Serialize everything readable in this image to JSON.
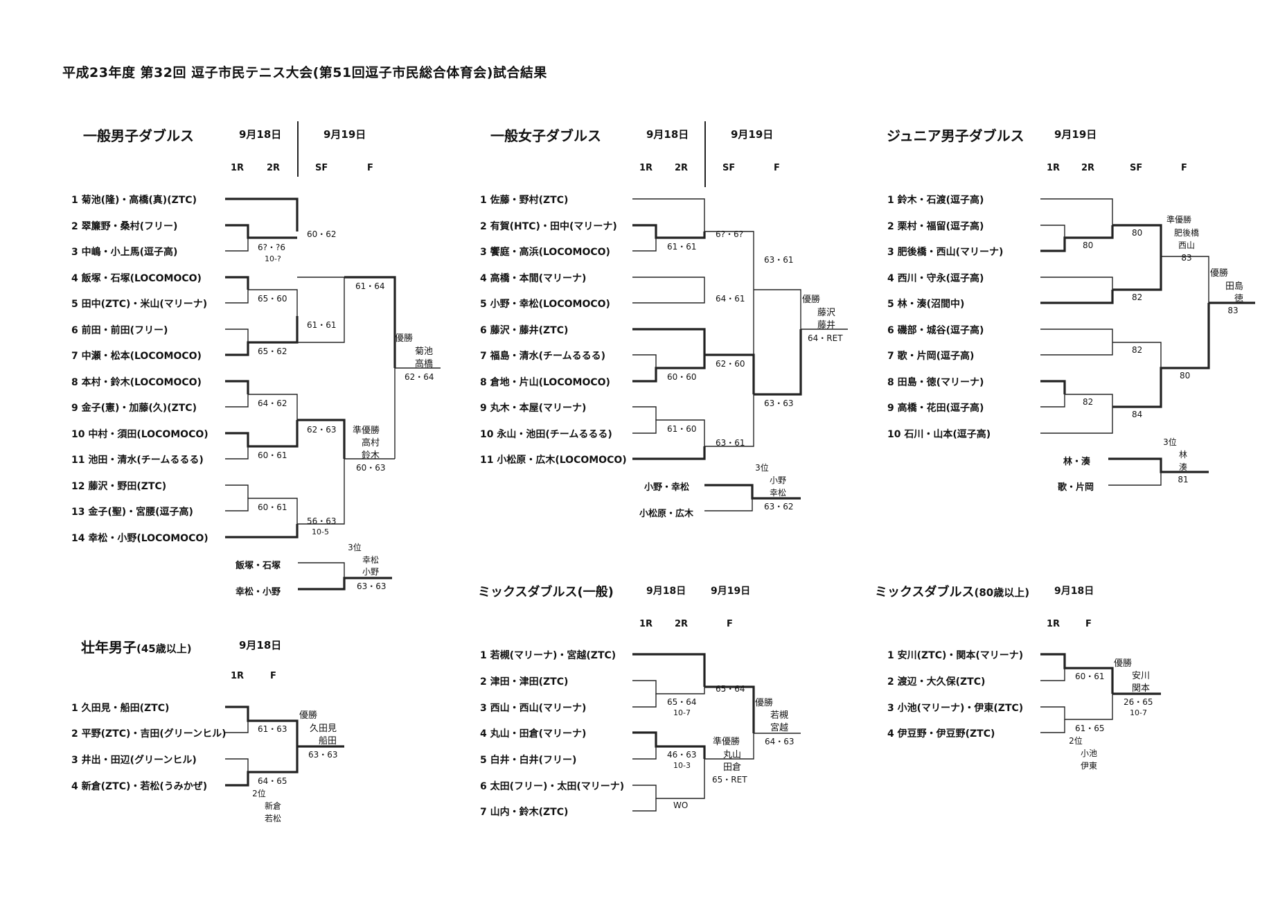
{
  "title": "平成23年度  第32回  逗子市民テニス大会(第51回逗子市民総合体育会)試合結果",
  "men_doubles": {
    "title": "一般男子ダブルス",
    "date1": "9月18日",
    "date2": "9月19日",
    "rounds": [
      "1R",
      "2R",
      "SF",
      "F"
    ],
    "players": [
      "1 菊池(隆)・高橋(真)(ZTC)",
      "2 翠簾野・桑村(フリー)",
      "3 中嶋・小上馬(逗子高)",
      "4 飯塚・石塚(LOCOMOCO)",
      "5 田中(ZTC)・米山(マリーナ)",
      "6 前田・前田(フリー)",
      "7 中瀬・松本(LOCOMOCO)",
      "8 本村・鈴木(LOCOMOCO)",
      "9 金子(憲)・加藤(久)(ZTC)",
      "10 中村・須田(LOCOMOCO)",
      "11 池田・清水(チームるるる)",
      "12 藤沢・野田(ZTC)",
      "13 金子(聖)・宮腰(逗子高)",
      "14 幸松・小野(LOCOMOCO)"
    ],
    "scores": {
      "s1": "6?・?6",
      "s1b": "10-?",
      "s2": "65・60",
      "s3": "65・62",
      "s4": "64・62",
      "s5": "60・61",
      "s6": "60・61",
      "r1": "60・62",
      "r2": "61・61",
      "r3": "62・63",
      "r4": "56・63",
      "r4b": "10-5",
      "sf1": "61・64"
    },
    "runner_up_label": "準優勝",
    "runner_up": [
      "高村",
      "鈴木"
    ],
    "runner_up_score": "60・63",
    "champion_label": "優勝",
    "champion": [
      "菊池",
      "高橋"
    ],
    "final_score": "62・64",
    "third": {
      "label": "3位",
      "a": "飯塚・石塚",
      "b": "幸松・小野",
      "winner": [
        "幸松",
        "小野"
      ],
      "score": "63・63"
    }
  },
  "women_doubles": {
    "title": "一般女子ダブルス",
    "date1": "9月18日",
    "date2": "9月19日",
    "rounds": [
      "1R",
      "2R",
      "SF",
      "F"
    ],
    "players": [
      "1 佐藤・野村(ZTC)",
      "2 有賀(HTC)・田中(マリーナ)",
      "3 饗庭・高浜(LOCOMOCO)",
      "4 高橋・本間(マリーナ)",
      "5 小野・幸松(LOCOMOCO)",
      "6 藤沢・藤井(ZTC)",
      "7 福島・清水(チームるるる)",
      "8 倉地・片山(LOCOMOCO)",
      "9 丸木・本屋(マリーナ)",
      "10 永山・池田(チームるるる)",
      "11 小松原・広木(LOCOMOCO)"
    ],
    "scores": {
      "s1": "61・61",
      "s2": "60・60",
      "s3": "61・60",
      "r1": "6?・6?",
      "r2": "64・61",
      "r3": "62・60",
      "r4": "63・61",
      "sf1": "63・61",
      "sf2": "63・63"
    },
    "champion_label": "優勝",
    "champion": [
      "藤沢",
      "藤井"
    ],
    "final_score": "64・RET",
    "third": {
      "label": "3位",
      "a": "小野・幸松",
      "b": "小松原・広木",
      "winner": [
        "小野",
        "幸松"
      ],
      "score": "63・62"
    }
  },
  "junior_doubles": {
    "title": "ジュニア男子ダブルス",
    "date1": "9月19日",
    "rounds": [
      "1R",
      "2R",
      "SF",
      "F"
    ],
    "players": [
      "1 鈴木・石渡(逗子高)",
      "2 栗村・福留(逗子高)",
      "3 肥後橋・西山(マリーナ)",
      "4 西川・守永(逗子高)",
      "5 林・湊(沼間中)",
      "6 磯部・城谷(逗子高)",
      "7 歌・片岡(逗子高)",
      "8 田島・徳(マリーナ)",
      "9 高橋・花田(逗子高)",
      "10 石川・山本(逗子高)"
    ],
    "scores": {
      "s1": "80",
      "s2": "82",
      "r1": "80",
      "r2": "82",
      "r3": "82",
      "r4": "84",
      "sf2": "80"
    },
    "runner_up_label": "準優勝",
    "runner_up": [
      "肥後橋",
      "西山"
    ],
    "runner_up_score": "83",
    "champion_label": "優勝",
    "champion": [
      "田島",
      "徳"
    ],
    "final_score": "83",
    "third": {
      "label": "3位",
      "a": "林・湊",
      "b": "歌・片岡",
      "winner": [
        "林",
        "湊"
      ],
      "score": "81"
    }
  },
  "senior_men": {
    "title": "壮年男子",
    "title_sub": "(45歳以上)",
    "date1": "9月18日",
    "rounds": [
      "1R",
      "F"
    ],
    "players": [
      "1 久田見・船田(ZTC)",
      "2 平野(ZTC)・吉田(グリーンヒル)",
      "3 井出・田辺(グリーンヒル)",
      "4 新倉(ZTC)・若松(うみかぜ)"
    ],
    "scores": {
      "s1": "61・63",
      "s2": "64・65"
    },
    "champion_label": "優勝",
    "champion": [
      "久田見",
      "船田"
    ],
    "final_score": "63・63",
    "second_label": "2位",
    "second": [
      "新倉",
      "若松"
    ]
  },
  "mixed_general": {
    "title": "ミックスダブルス(一般)",
    "date1": "9月18日",
    "date2": "9月19日",
    "rounds": [
      "1R",
      "2R",
      "F"
    ],
    "players": [
      "1 若槻(マリーナ)・宮越(ZTC)",
      "2 津田・津田(ZTC)",
      "3 西山・西山(マリーナ)",
      "4 丸山・田倉(マリーナ)",
      "5 白井・白井(フリー)",
      "6 太田(フリー)・太田(マリーナ)",
      "7 山内・鈴木(ZTC)"
    ],
    "scores": {
      "s1": "65・64",
      "s1b": "10-7",
      "s2": "46・63",
      "s2b": "10-3",
      "s3": "WO",
      "r1": "65・64"
    },
    "runner_up_label": "準優勝",
    "runner_up": [
      "丸山",
      "田倉"
    ],
    "runner_up_score": "65・RET",
    "champion_label": "優勝",
    "champion": [
      "若槻",
      "宮越"
    ],
    "final_score": "64・63"
  },
  "mixed_80": {
    "title": "ミックスダブルス",
    "title_sub": "(80歳以上)",
    "date1": "9月18日",
    "rounds": [
      "1R",
      "F"
    ],
    "players": [
      "1 安川(ZTC)・関本(マリーナ)",
      "2 渡辺・大久保(ZTC)",
      "3 小池(マリーナ)・伊東(ZTC)",
      "4 伊豆野・伊豆野(ZTC)"
    ],
    "scores": {
      "s1": "60・61",
      "s2": "61・65"
    },
    "champion_label": "優勝",
    "champion": [
      "安川",
      "関本"
    ],
    "final_score": "26・65",
    "final_score_b": "10-7",
    "second_label": "2位",
    "second": [
      "小池",
      "伊東"
    ]
  }
}
